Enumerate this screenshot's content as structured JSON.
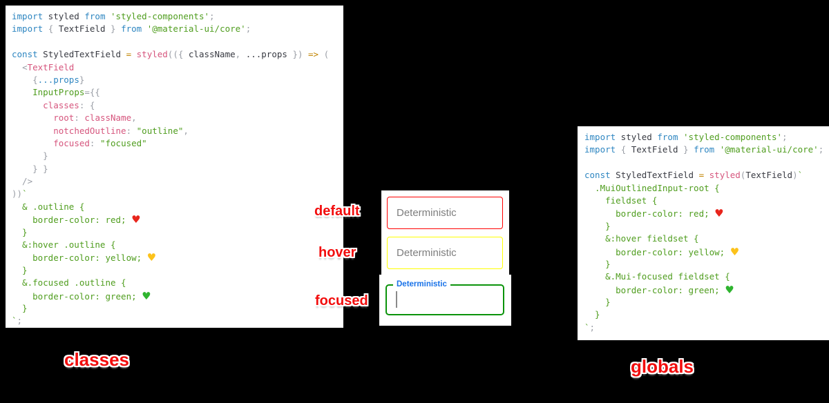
{
  "labels": {
    "default": "default",
    "hover": "hover",
    "focused": "focused",
    "classes": "classes",
    "globals": "globals"
  },
  "fields": [
    {
      "state": "default",
      "placeholder": "Deterministic",
      "border_color": "#ff0000"
    },
    {
      "state": "hover",
      "placeholder": "Deterministic",
      "border_color": "#ffff00"
    },
    {
      "state": "focused",
      "label": "Deterministic",
      "value": "",
      "border_color": "#008000",
      "label_color": "#1a73e8"
    }
  ],
  "colors": {
    "background": "#000000",
    "panel": "#ffffff",
    "annotation_red": "#f20d0d",
    "syntax_keyword_blue": "#2e86c1",
    "syntax_pink": "#d6557d",
    "syntax_green": "#4f9d1e",
    "syntax_orange": "#c18401",
    "syntax_gray": "#9a9ea6",
    "heart_red": "#e8251c",
    "heart_yellow": "#fcc21b",
    "heart_green": "#2fb42f"
  },
  "icons": {
    "heart_red": "red-heart-icon",
    "heart_yellow": "yellow-heart-icon",
    "heart_green": "green-heart-icon"
  },
  "code_blocks": {
    "left": {
      "lines": [
        [
          [
            "import",
            "b"
          ],
          [
            " styled ",
            "k"
          ],
          [
            "from",
            "b"
          ],
          [
            " ",
            "k"
          ],
          [
            "'styled-components'",
            "g"
          ],
          [
            ";",
            "y"
          ]
        ],
        [
          [
            "import",
            "b"
          ],
          [
            " ",
            "k"
          ],
          [
            "{",
            "y"
          ],
          [
            " TextField ",
            "k"
          ],
          [
            "}",
            "y"
          ],
          [
            " ",
            "k"
          ],
          [
            "from",
            "b"
          ],
          [
            " ",
            "k"
          ],
          [
            "'@material-ui/core'",
            "g"
          ],
          [
            ";",
            "y"
          ]
        ],
        [],
        [
          [
            "const",
            "b"
          ],
          [
            " StyledTextField ",
            "k"
          ],
          [
            "=",
            "o"
          ],
          [
            " ",
            "k"
          ],
          [
            "styled",
            "p"
          ],
          [
            "(({ ",
            "y"
          ],
          [
            "className",
            "k"
          ],
          [
            ", ",
            "y"
          ],
          [
            "...props",
            "k"
          ],
          [
            " })",
            "y"
          ],
          [
            " ",
            "k"
          ],
          [
            "=>",
            "o"
          ],
          [
            " (",
            "y"
          ]
        ],
        [
          [
            "  ",
            "k"
          ],
          [
            "<",
            "y"
          ],
          [
            "TextField",
            "p"
          ]
        ],
        [
          [
            "    ",
            "k"
          ],
          [
            "{",
            "y"
          ],
          [
            "...props",
            "b"
          ],
          [
            "}",
            "y"
          ]
        ],
        [
          [
            "    ",
            "k"
          ],
          [
            "InputProps",
            "g"
          ],
          [
            "=",
            "y"
          ],
          [
            "{{",
            "y"
          ]
        ],
        [
          [
            "      ",
            "k"
          ],
          [
            "classes",
            "p"
          ],
          [
            ": ",
            "y"
          ],
          [
            "{",
            "y"
          ]
        ],
        [
          [
            "        ",
            "k"
          ],
          [
            "root",
            "p"
          ],
          [
            ": ",
            "y"
          ],
          [
            "className",
            "p"
          ],
          [
            ",",
            "y"
          ]
        ],
        [
          [
            "        ",
            "k"
          ],
          [
            "notchedOutline",
            "p"
          ],
          [
            ": ",
            "y"
          ],
          [
            "\"outline\"",
            "g"
          ],
          [
            ",",
            "y"
          ]
        ],
        [
          [
            "        ",
            "k"
          ],
          [
            "focused",
            "p"
          ],
          [
            ": ",
            "y"
          ],
          [
            "\"focused\"",
            "g"
          ]
        ],
        [
          [
            "      }",
            "y"
          ]
        ],
        [
          [
            "    } }",
            "y"
          ]
        ],
        [
          [
            "  />",
            "y"
          ]
        ],
        [
          [
            "))",
            "y"
          ],
          [
            "`",
            "g"
          ]
        ],
        [
          [
            "  & .outline {",
            "g"
          ]
        ],
        [
          [
            "    border-color: red; ",
            "g"
          ],
          [
            "♥",
            "hr"
          ]
        ],
        [
          [
            "  }",
            "g"
          ]
        ],
        [
          [
            "  &:hover .outline {",
            "g"
          ]
        ],
        [
          [
            "    border-color: yellow; ",
            "g"
          ],
          [
            "♥",
            "hy"
          ]
        ],
        [
          [
            "  }",
            "g"
          ]
        ],
        [
          [
            "  &.focused .outline {",
            "g"
          ]
        ],
        [
          [
            "    border-color: green; ",
            "g"
          ],
          [
            "♥",
            "hg"
          ]
        ],
        [
          [
            "  }",
            "g"
          ]
        ],
        [
          [
            "`",
            "g"
          ],
          [
            ";",
            "y"
          ]
        ]
      ]
    },
    "right": {
      "lines": [
        [
          [
            "import",
            "b"
          ],
          [
            " styled ",
            "k"
          ],
          [
            "from",
            "b"
          ],
          [
            " ",
            "k"
          ],
          [
            "'styled-components'",
            "g"
          ],
          [
            ";",
            "y"
          ]
        ],
        [
          [
            "import",
            "b"
          ],
          [
            " ",
            "k"
          ],
          [
            "{",
            "y"
          ],
          [
            " TextField ",
            "k"
          ],
          [
            "}",
            "y"
          ],
          [
            " ",
            "k"
          ],
          [
            "from",
            "b"
          ],
          [
            " ",
            "k"
          ],
          [
            "'@material-ui/core'",
            "g"
          ],
          [
            ";",
            "y"
          ]
        ],
        [],
        [
          [
            "const",
            "b"
          ],
          [
            " StyledTextField ",
            "k"
          ],
          [
            "=",
            "o"
          ],
          [
            " ",
            "k"
          ],
          [
            "styled",
            "p"
          ],
          [
            "(",
            "y"
          ],
          [
            "TextField",
            "k"
          ],
          [
            ")",
            "y"
          ],
          [
            "`",
            "g"
          ]
        ],
        [
          [
            "  .MuiOutlinedInput-root {",
            "g"
          ]
        ],
        [
          [
            "    fieldset {",
            "g"
          ]
        ],
        [
          [
            "      border-color: red; ",
            "g"
          ],
          [
            "♥",
            "hr"
          ]
        ],
        [
          [
            "    }",
            "g"
          ]
        ],
        [
          [
            "    &:hover fieldset {",
            "g"
          ]
        ],
        [
          [
            "      border-color: yellow; ",
            "g"
          ],
          [
            "♥",
            "hy"
          ]
        ],
        [
          [
            "    }",
            "g"
          ]
        ],
        [
          [
            "    &.Mui-focused fieldset {",
            "g"
          ]
        ],
        [
          [
            "      border-color: green; ",
            "g"
          ],
          [
            "♥",
            "hg"
          ]
        ],
        [
          [
            "    }",
            "g"
          ]
        ],
        [
          [
            "  }",
            "g"
          ]
        ],
        [
          [
            "`",
            "g"
          ],
          [
            ";",
            "y"
          ]
        ]
      ]
    }
  }
}
